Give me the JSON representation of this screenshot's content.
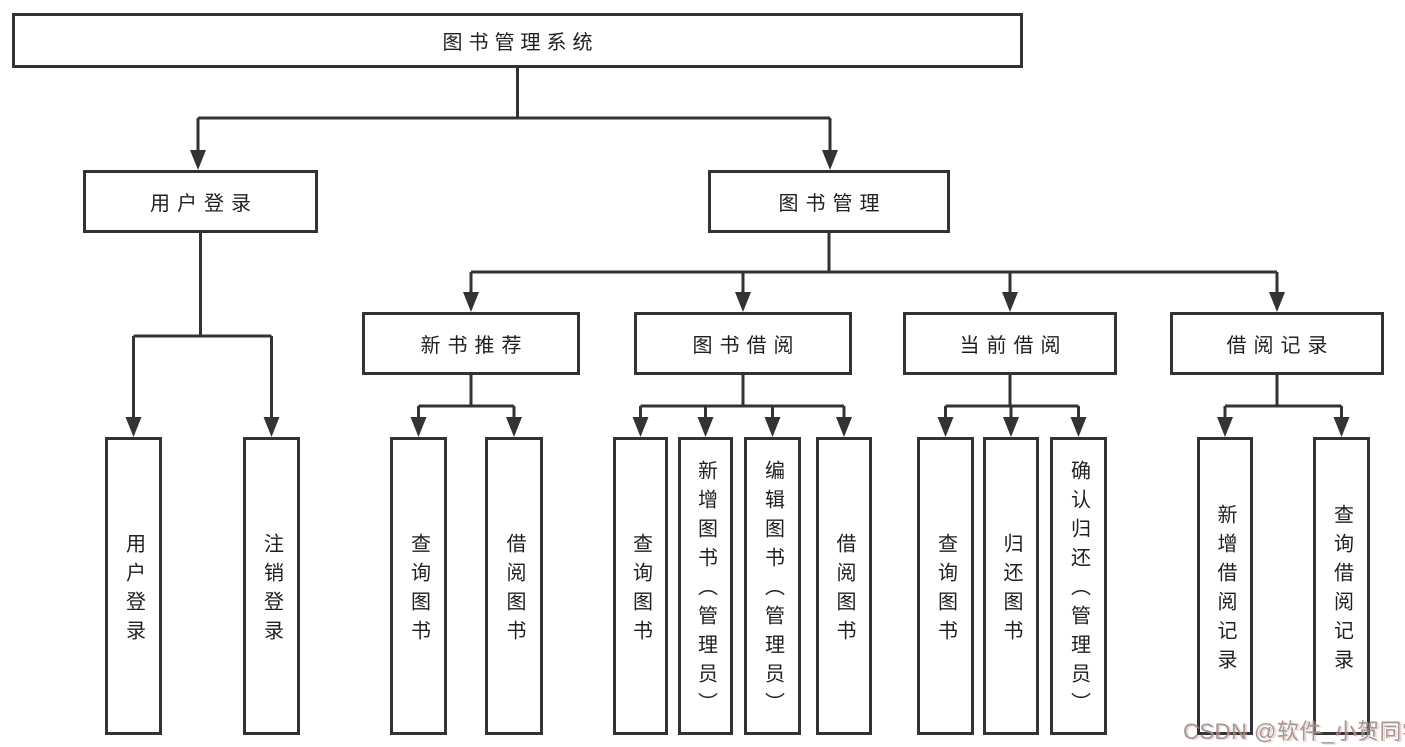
{
  "tree": {
    "root": {
      "label": "图书管理系统"
    },
    "branches": [
      {
        "label": "用户登录",
        "children": [
          {
            "label": "用户登录"
          },
          {
            "label": "注销登录"
          }
        ]
      },
      {
        "label": "图书管理",
        "children": [
          {
            "label": "新书推荐",
            "children": [
              {
                "label": "查询图书"
              },
              {
                "label": "借阅图书"
              }
            ]
          },
          {
            "label": "图书借阅",
            "children": [
              {
                "label": "查询图书"
              },
              {
                "label": "新增图书（管理员）"
              },
              {
                "label": "编辑图书（管理员）"
              },
              {
                "label": "借阅图书"
              }
            ]
          },
          {
            "label": "当前借阅",
            "children": [
              {
                "label": "查询图书"
              },
              {
                "label": "归还图书"
              },
              {
                "label": "确认归还（管理员）"
              }
            ]
          },
          {
            "label": "借阅记录",
            "children": [
              {
                "label": "新增借阅记录"
              },
              {
                "label": "查询借阅记录"
              }
            ]
          }
        ]
      }
    ]
  },
  "watermark": {
    "text": "CSDN @软件_小贺同学"
  },
  "colors": {
    "line": "#333333",
    "text": "#1f1f1f",
    "background": "#ffffff",
    "watermark_gray": "#949494",
    "watermark_red": "#fa968c"
  }
}
